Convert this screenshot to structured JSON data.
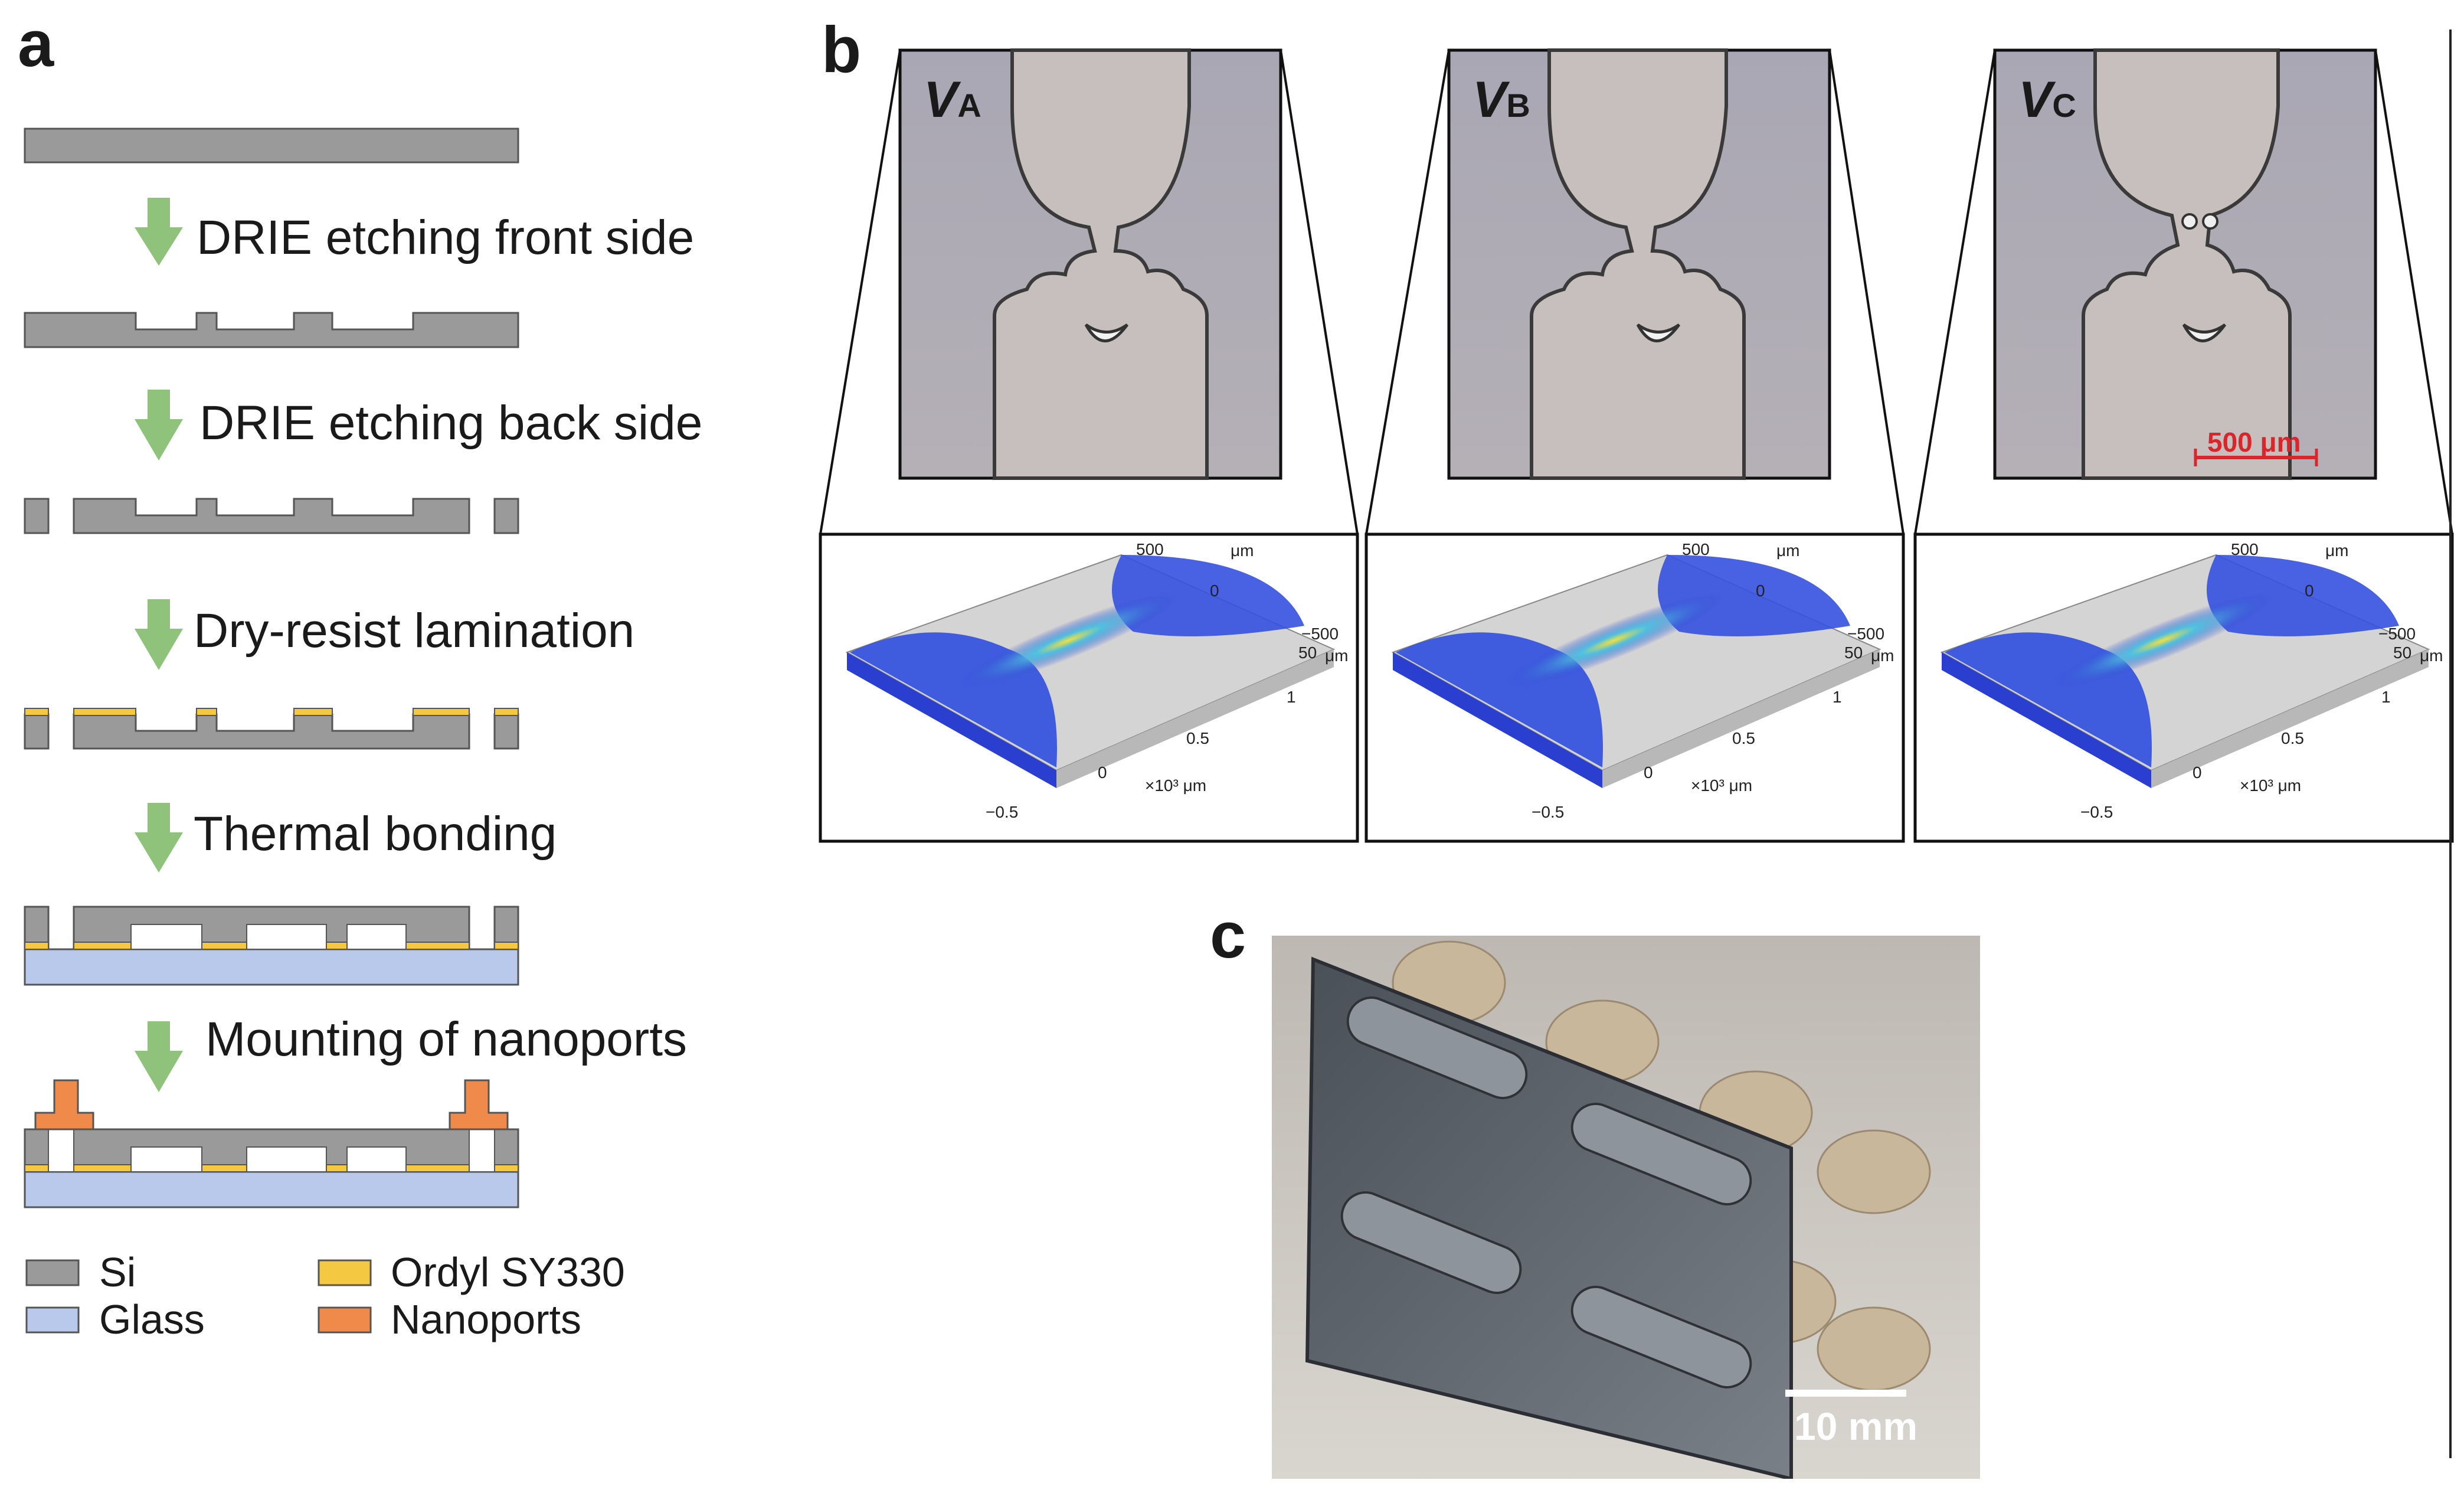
{
  "panels": {
    "a": "a",
    "b": "b",
    "c": "c"
  },
  "process_steps": [
    "DRIE etching front side",
    "DRIE etching back side",
    "Dry-resist lamination",
    "Thermal bonding",
    "Mounting of nanoports"
  ],
  "legend": [
    {
      "label": "Si",
      "color": "#9a9a9a"
    },
    {
      "label": "Glass",
      "color": "#b8c9ec"
    },
    {
      "label": "Ordyl SY330",
      "color": "#f5c842"
    },
    {
      "label": "Nanoports",
      "color": "#ef8a4a"
    }
  ],
  "colors": {
    "arrow": "#8fc27a",
    "scale_bar_red": "#d8262b",
    "sim_blue": "#2a3fd0",
    "sim_slab": "#d4d4d4"
  },
  "micrographs": [
    {
      "var": "V",
      "sub": "A"
    },
    {
      "var": "V",
      "sub": "B"
    },
    {
      "var": "V",
      "sub": "C"
    }
  ],
  "micrograph_scale_bar": "500 μm",
  "sim_axes": {
    "top_tick_500": "500",
    "top_tick_0": "0",
    "unit_um": "μm",
    "right_tick_neg500": "−500",
    "height_label": "50",
    "height_unit": "μm",
    "front_tick_1": "1",
    "front_tick_05": "0.5",
    "front_tick_0": "0",
    "front_tick_neg05": "−0.5",
    "front_unit": "×10³ μm"
  },
  "photo_scale_bar": "10 mm"
}
